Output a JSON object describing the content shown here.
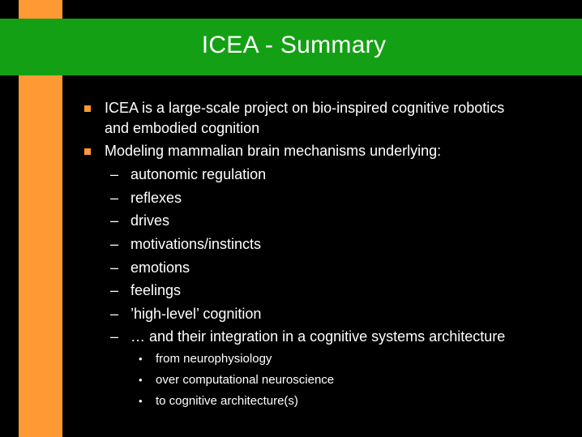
{
  "colors": {
    "background": "#000000",
    "accent_orange": "#ff9933",
    "title_bar_green": "#14a014",
    "text": "#ffffff",
    "bullet_square": "#ff9933"
  },
  "title": "ICEA - Summary",
  "bullets": [
    {
      "lines": [
        "ICEA is a large-scale project on bio-inspired cognitive robotics",
        "and embodied cognition"
      ]
    },
    {
      "lines": [
        "Modeling mammalian brain mechanisms underlying:"
      ],
      "sub_items": [
        "autonomic regulation",
        "reflexes",
        "drives",
        "motivations/instincts",
        "emotions",
        "feelings",
        "’high-level’ cognition",
        "… and their integration in a cognitive systems architecture"
      ],
      "sub_sub_items": [
        "from neurophysiology",
        "over computational neuroscience",
        "to cognitive architecture(s)"
      ]
    }
  ],
  "markers": {
    "dash": "–",
    "dot": "•"
  }
}
